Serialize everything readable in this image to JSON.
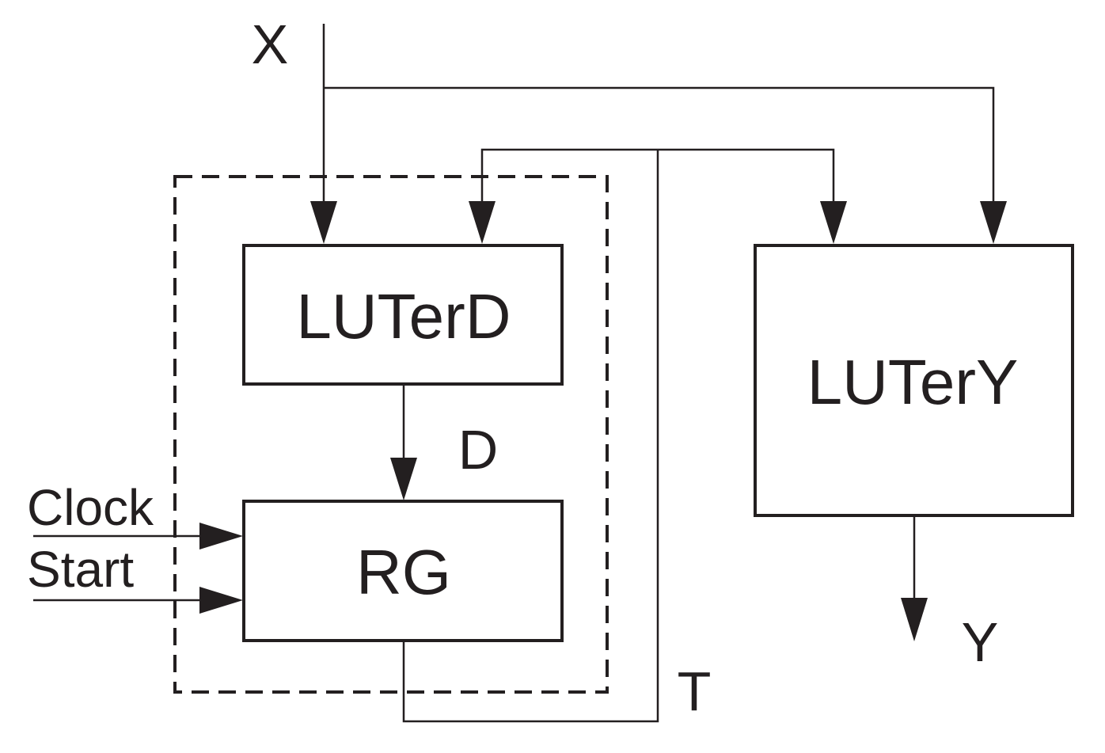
{
  "diagram": {
    "blocks": {
      "luterd": "LUTerD",
      "rg": "RG",
      "lutery": "LUTerY"
    },
    "signals": {
      "x": "X",
      "d": "D",
      "t": "T",
      "y": "Y",
      "clock": "Clock",
      "start": "Start"
    }
  }
}
